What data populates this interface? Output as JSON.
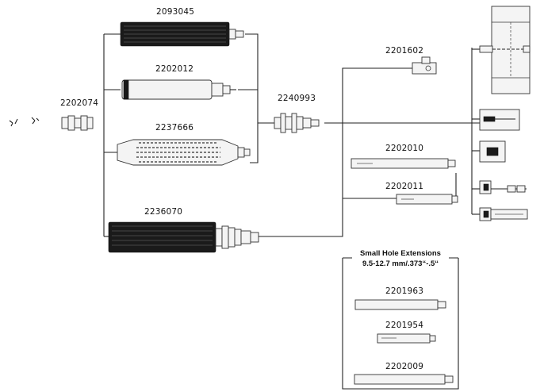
{
  "parts": {
    "p2202074": "2202074",
    "p2093045": "2093045",
    "p2202012": "2202012",
    "p2237666": "2237666",
    "p2236070": "2236070",
    "p2240993": "2240993",
    "p2201602": "2201602",
    "p2202010": "2202010",
    "p2202011": "2202011"
  },
  "small_hole": {
    "title": "Small Hole Extensions",
    "subtitle": "9.5-12.7 mm/.373“-.5“",
    "p2201963": "2201963",
    "p2201954": "2201954",
    "p2202009": "2202009"
  }
}
